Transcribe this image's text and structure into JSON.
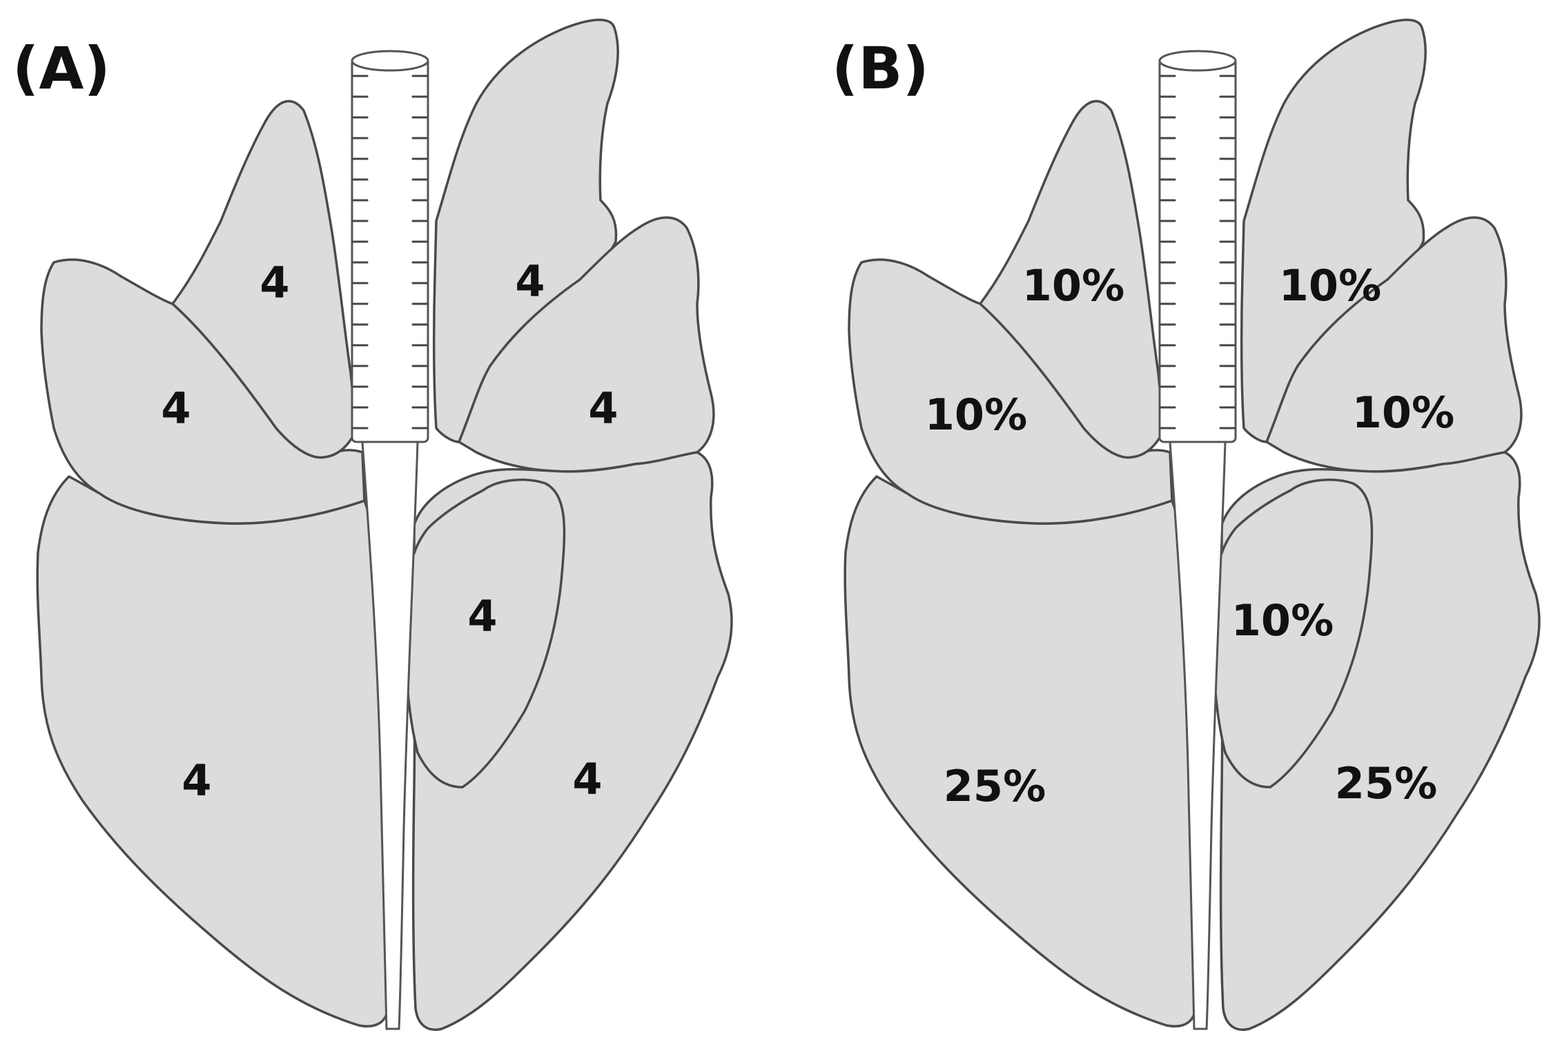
{
  "panels": [
    {
      "label": "(A)",
      "lobes": {
        "left_cranial_cranial": "4",
        "left_cranial_caudal": "4",
        "right_cranial": "4",
        "right_middle": "4",
        "accessory": "4",
        "left_caudal": "4",
        "right_caudal": "4"
      }
    },
    {
      "label": "(B)",
      "lobes": {
        "left_cranial_cranial": "10%",
        "left_cranial_caudal": "10%",
        "right_cranial": "10%",
        "right_middle": "10%",
        "accessory": "10%",
        "left_caudal": "25%",
        "right_caudal": "25%"
      }
    }
  ],
  "colors": {
    "lobe_fill": "#dcdcdc",
    "outline": "#4a4a4a",
    "trachea_fill": "#ffffff"
  }
}
